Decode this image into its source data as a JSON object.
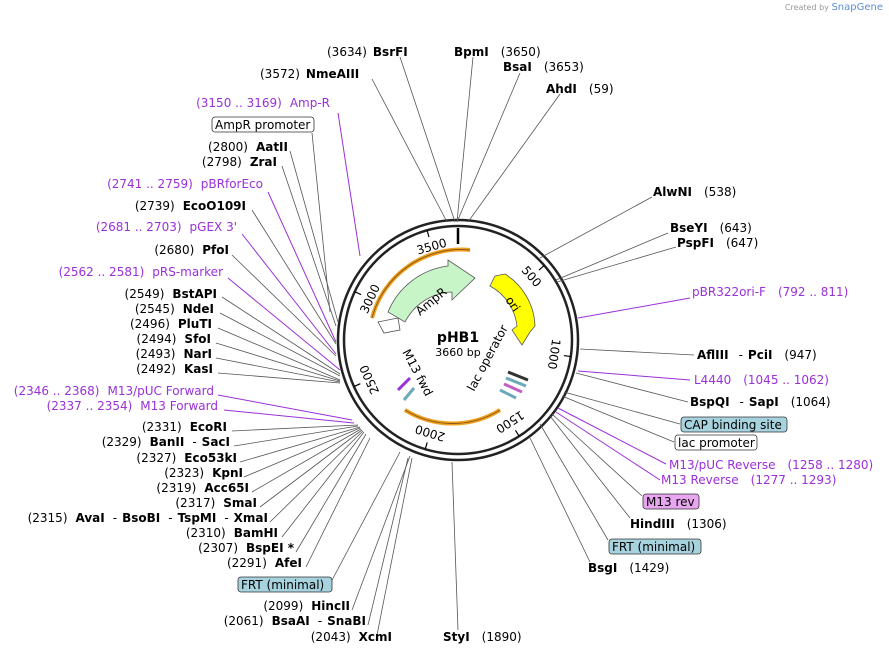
{
  "brand": {
    "created_by": "Created by",
    "name": "SnapGene"
  },
  "plasmid": {
    "name": "pHB1",
    "length_label": "3660 bp",
    "length": 3660
  },
  "ticks": [
    "500",
    "1000",
    "1500",
    "2000",
    "2500",
    "3000",
    "3500"
  ],
  "features": [
    {
      "name": "AmpR",
      "color": "#c8f5c8"
    },
    {
      "name": "ori",
      "color": "#ffff00"
    },
    {
      "name": "lac operator",
      "color": "#6b8e9b"
    },
    {
      "name": "M13 fwd",
      "color": "#9b30d9"
    }
  ],
  "right_labels": [
    {
      "enzyme": "AlwNI",
      "pos": "(538)"
    },
    {
      "enzyme": "BseYI",
      "pos": "(643)"
    },
    {
      "enzyme": "PspFI",
      "pos": "(647)"
    },
    {
      "feature": "pBR322ori-F",
      "range": "(792 .. 811)"
    },
    {
      "enzyme": "AflIII",
      "sep": "-",
      "enzyme2": "PciI",
      "pos": "(947)"
    },
    {
      "feature": "L4440",
      "range": "(1045 .. 1062)"
    },
    {
      "enzyme": "BspQI",
      "sep": "-",
      "enzyme2": "SapI",
      "pos": "(1064)"
    },
    {
      "box": "CAP binding site"
    },
    {
      "box": "lac promoter"
    },
    {
      "feature": "M13/pUC Reverse",
      "range": "(1258 .. 1280)"
    },
    {
      "feature": "M13 Reverse",
      "range": "(1277 .. 1293)"
    },
    {
      "box": "M13 rev"
    },
    {
      "enzyme": "HindIII",
      "pos": "(1306)"
    },
    {
      "box": "FRT (minimal)"
    },
    {
      "enzyme": "BsgI",
      "pos": "(1429)"
    }
  ],
  "top_labels": [
    {
      "pos": "(3634)",
      "enzyme": "BsrFI"
    },
    {
      "enzyme": "BpmI",
      "pos": "(3650)"
    },
    {
      "enzyme": "BsaI",
      "pos": "(3653)"
    },
    {
      "enzyme": "AhdI",
      "pos": "(59)"
    },
    {
      "pos": "(3572)",
      "enzyme": "NmeAIII"
    }
  ],
  "left_labels": [
    {
      "range": "(3150 .. 3169)",
      "feature": "Amp-R"
    },
    {
      "box": "AmpR promoter"
    },
    {
      "pos": "(2800)",
      "enzyme": "AatII"
    },
    {
      "pos": "(2798)",
      "enzyme": "ZraI"
    },
    {
      "range": "(2741 .. 2759)",
      "feature": "pBRforEco"
    },
    {
      "pos": "(2739)",
      "enzyme": "EcoO109I"
    },
    {
      "range": "(2681 .. 2703)",
      "feature": "pGEX 3'"
    },
    {
      "pos": "(2680)",
      "enzyme": "PfoI"
    },
    {
      "range": "(2562 .. 2581)",
      "feature": "pRS-marker"
    },
    {
      "pos": "(2549)",
      "enzyme": "BstAPI"
    },
    {
      "pos": "(2545)",
      "enzyme": "NdeI"
    },
    {
      "pos": "(2496)",
      "enzyme": "PluTI"
    },
    {
      "pos": "(2494)",
      "enzyme": "SfoI"
    },
    {
      "pos": "(2493)",
      "enzyme": "NarI"
    },
    {
      "pos": "(2492)",
      "enzyme": "KasI"
    },
    {
      "range": "(2346 .. 2368)",
      "feature": "M13/pUC Forward"
    },
    {
      "range": "(2337 .. 2354)",
      "feature": "M13 Forward"
    },
    {
      "pos": "(2331)",
      "enzyme": "EcoRI"
    },
    {
      "pos": "(2329)",
      "enzyme": "BanII",
      "sep": "-",
      "enzyme2": "SacI"
    },
    {
      "pos": "(2327)",
      "enzyme": "Eco53kI"
    },
    {
      "pos": "(2323)",
      "enzyme": "KpnI"
    },
    {
      "pos": "(2319)",
      "enzyme": "Acc65I"
    },
    {
      "pos": "(2317)",
      "enzyme": "SmaI"
    },
    {
      "pos": "(2315)",
      "enzyme": "AvaI",
      "sep": "-",
      "enzyme2": "BsoBI",
      "sep2": "-",
      "enzyme3": "TspMI",
      "sep3": "-",
      "enzyme4": "XmaI"
    },
    {
      "pos": "(2310)",
      "enzyme": "BamHI"
    },
    {
      "pos": "(2307)",
      "enzyme": "BspEI *"
    },
    {
      "pos": "(2291)",
      "enzyme": "AfeI"
    },
    {
      "box": "FRT (minimal)"
    },
    {
      "pos": "(2099)",
      "enzyme": "HincII"
    },
    {
      "pos": "(2061)",
      "enzyme": "BsaAI",
      "sep": "-",
      "enzyme2": "SnaBI"
    },
    {
      "pos": "(2043)",
      "enzyme": "XcmI"
    }
  ],
  "bottom_labels": [
    {
      "enzyme": "StyI",
      "pos": "(1890)"
    }
  ]
}
